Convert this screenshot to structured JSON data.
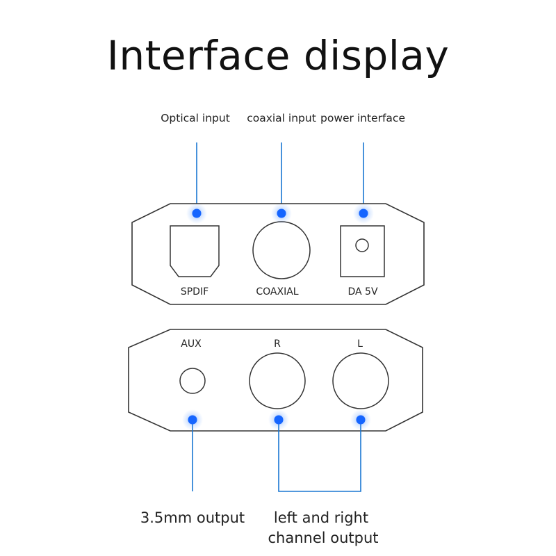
{
  "title": "Interface display",
  "top_labels": {
    "optical": "Optical input",
    "coaxial": "coaxial input",
    "power": "power interface"
  },
  "panel_top_ports": {
    "spdif": "SPDIF",
    "coaxial": "COAXIAL",
    "da5v": "DA 5V"
  },
  "panel_bottom_ports": {
    "aux": "AUX",
    "r": "R",
    "l": "L"
  },
  "bottom_labels": {
    "aux_output": "3.5mm output",
    "channel_line1": "left and right",
    "channel_line2": "channel output"
  },
  "colors": {
    "accent": "#1976d2",
    "dot": "#1565ff",
    "outline": "#333333"
  }
}
